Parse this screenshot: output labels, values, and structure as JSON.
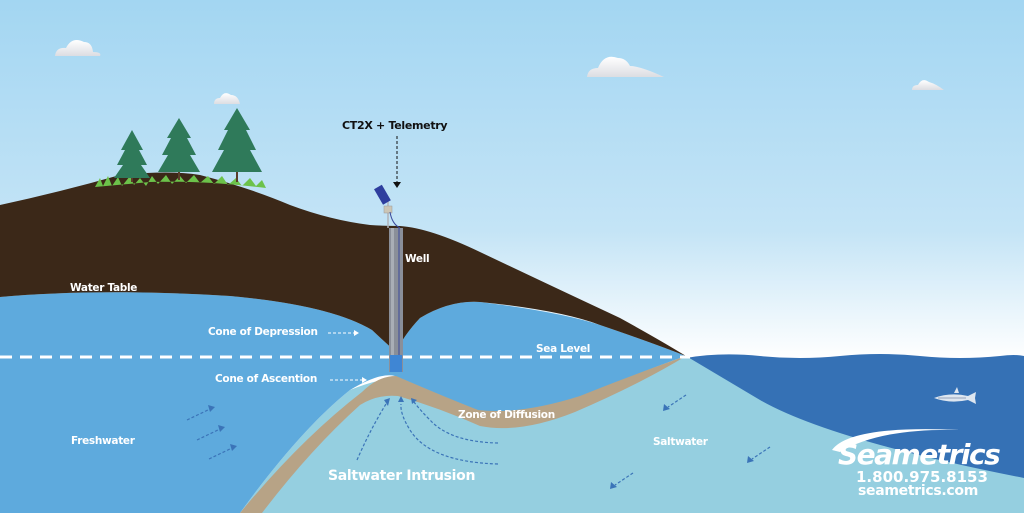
{
  "title": "Saltwater Intrusion Diagram",
  "labels": {
    "telemetry": "CT2X + Telemetry",
    "well": "Well",
    "water_table": "Water Table",
    "cone_depression": "Cone of Depression",
    "cone_ascention": "Cone of Ascention",
    "sea_level": "Sea Level",
    "zone_diffusion": "Zone of Diffusion",
    "freshwater": "Freshwater",
    "saltwater": "Saltwater",
    "saltwater_intrusion": "Saltwater Intrusion"
  },
  "brand": {
    "name": "Seametrics",
    "phone": "1.800.975.8153",
    "url": "seametrics.com"
  },
  "colors": {
    "sky_top": "#a3d6f2",
    "sky_bottom": "#ffffff",
    "soil": "#3b2818",
    "freshwater": "#5eaadd",
    "saltwater": "#95cfe0",
    "diffusion_zone": "#b7a386",
    "ocean": "#3571b5",
    "arrow": "#3b74b8",
    "well_casing": "#8a8f99"
  },
  "icons": [
    "cloud-icon",
    "pine-tree-icon",
    "solar-panel-icon",
    "fish-icon",
    "flow-arrow-icon"
  ]
}
